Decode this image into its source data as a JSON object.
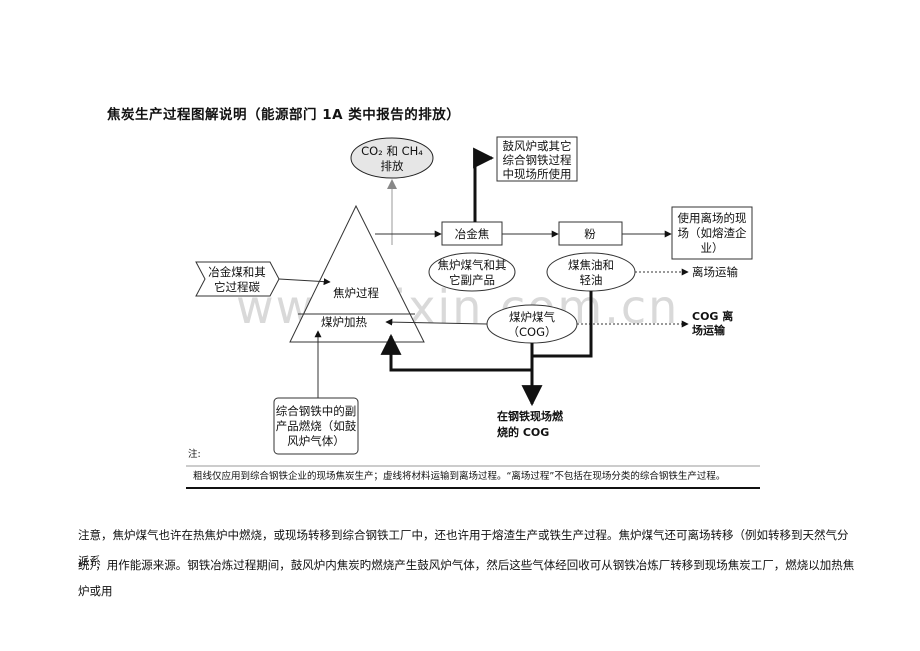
{
  "title": "焦炭生产过程图解说明（能源部门 1A 类中报告的排放）",
  "nodes": {
    "emission": [
      "CO₂ 和 CH₄",
      "排放"
    ],
    "blast_furnace": [
      "鼓风炉或其它",
      "综合钢铁过程",
      "中现场所使用"
    ],
    "coke": "冶金焦",
    "powder": "粉",
    "offsite_use": [
      "使用离场的现",
      "场（如熔渣企",
      "业）"
    ],
    "coal_input": [
      "冶金煤和其",
      "它过程碳"
    ],
    "coking_process": "焦炉过程",
    "oven_heating": "煤炉加热",
    "coke_gas_by": [
      "焦炉煤气和其",
      "它副产品"
    ],
    "tar_oil": [
      "煤焦油和",
      "轻油"
    ],
    "offsite_transport": "离场运输",
    "cog": [
      "煤炉煤气",
      "（COG）"
    ],
    "cog_offsite": [
      "COG 离",
      "场运输"
    ],
    "byproduct_combustion": [
      "综合钢铁中的副",
      "产品燃烧（如鼓",
      "风炉气体）"
    ],
    "onsite_cog": [
      "在钢铁现场燃",
      "烧的 COG"
    ]
  },
  "note_label": "注:",
  "note_text": "粗线仅应用到综合钢铁企业的现场焦炭生产；虚线将材料运输到离场过程。“离场过程”不包括在现场分类的综合钢铁生产过程。",
  "watermark": "www.zixin.com.cn",
  "paragraph": [
    "注意，焦炉煤气也许在热焦炉中燃烧，或现场转移到综合钢铁工厂中，还也许用于熔渣生产或铁生产过程。焦炉煤气还可离场转移（例如转移到天然气分派系",
    "统），用作能源来源。钢铁冶炼过程期间，鼓风炉内焦炭旳燃烧产生鼓风炉气体，然后这些气体经回收可从钢铁冶炼厂转移到现场焦炭工厂，燃烧以加热焦炉或用"
  ]
}
